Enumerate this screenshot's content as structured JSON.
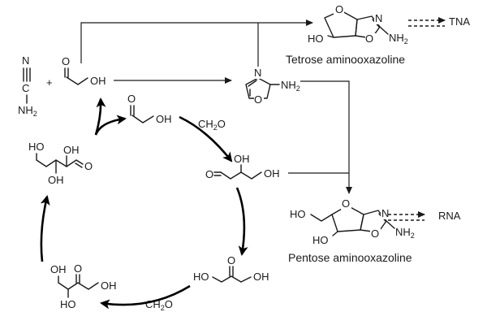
{
  "reagents": {
    "cyanamide": {
      "n_top": "N",
      "c": "C",
      "nh2": "NH",
      "nh2_sub": "2"
    },
    "plus": "+",
    "glycolaldehyde": {
      "o": "O",
      "oh": "OH"
    }
  },
  "aminooxazole": {
    "n": "N",
    "o": "O",
    "nh2": "NH",
    "nh2_sub": "2"
  },
  "tetrose": {
    "caption": "Tetrose aminooxazoline",
    "o1": "O",
    "n": "N",
    "o2": "O",
    "ho": "HO",
    "nh2": "NH",
    "nh2_sub": "2",
    "product": "TNA"
  },
  "pentose": {
    "caption": "Pentose aminooxazoline",
    "ho_top": "HO",
    "o1": "O",
    "n": "N",
    "o2": "O",
    "ho": "HO",
    "nh2": "NH",
    "nh2_sub": "2",
    "product": "RNA"
  },
  "cycle": {
    "glycolaldehyde": {
      "o": "O",
      "oh": "OH"
    },
    "ch2o_1": {
      "text": "CH",
      "sub": "2",
      "end": "O"
    },
    "glyceraldehyde": {
      "oh": "OH",
      "o": "O",
      "oh2": "OH"
    },
    "dha": {
      "ho": "HO",
      "o": "O",
      "oh": "OH"
    },
    "ch2o_2": {
      "text": "CH",
      "sub": "2",
      "end": "O"
    },
    "pentulose": {
      "oh1": "OH",
      "o": "O",
      "oh2": "OH",
      "ho": "HO"
    },
    "tetrose_sugar": {
      "ho": "HO",
      "oh1": "OH",
      "oh2": "OH",
      "o": "O"
    }
  }
}
